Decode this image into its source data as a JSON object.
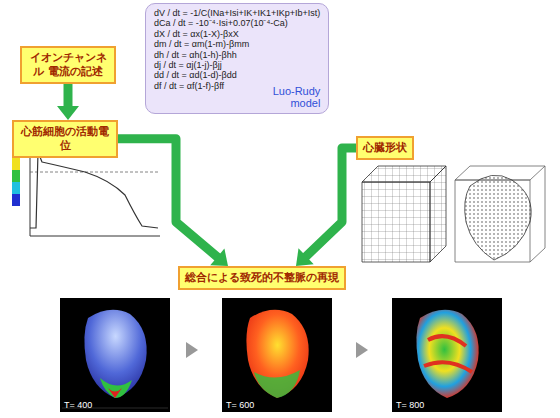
{
  "diagram": {
    "nodes": [
      {
        "text": [
          "イオンチャンネル 電流の記述"
        ]
      },
      {
        "text": [
          "dV / dt = -1/C(INa+Isi+IK+IK1+IKp+Ib+Ist)",
          "dCa / dt = -10⁻⁴·Isi+0.07(10⁻⁴-Ca)",
          "dX / dt = αx(1-X)-βxX",
          "dm / dt = αm(1-m)-βmm",
          "dh / dt = αh(1-h)-βhh",
          "dj / dt = αj(1-j)-βjj",
          "dd / dt = αd(1-d)-βdd",
          "df / dt = αf(1-f)-βff",
          "Luo-Rudy model"
        ]
      },
      {
        "text": [
          "心筋細胞の活動電位"
        ]
      },
      {
        "text": [
          "心臓形状"
        ]
      },
      {
        "text": [
          "総合による致死的不整脈の再現"
        ]
      }
    ],
    "edges": [
      {
        "from": 0,
        "to": 2,
        "arrow": "to"
      },
      {
        "from": 2,
        "to": 4,
        "arrow": "to"
      },
      {
        "from": 3,
        "to": 4,
        "arrow": "to"
      }
    ],
    "labels": [
      "T= 400",
      "T= 600",
      "T= 800"
    ]
  }
}
